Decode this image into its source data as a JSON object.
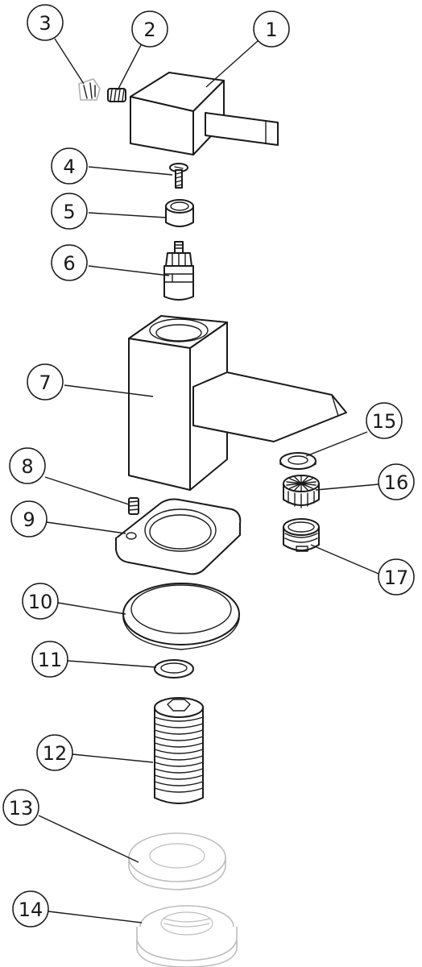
{
  "callouts": [
    {
      "num": "1"
    },
    {
      "num": "2"
    },
    {
      "num": "3"
    },
    {
      "num": "4"
    },
    {
      "num": "5"
    },
    {
      "num": "6"
    },
    {
      "num": "7"
    },
    {
      "num": "8"
    },
    {
      "num": "9"
    },
    {
      "num": "10"
    },
    {
      "num": "11"
    },
    {
      "num": "12"
    },
    {
      "num": "13"
    },
    {
      "num": "14"
    },
    {
      "num": "15"
    },
    {
      "num": "16"
    },
    {
      "num": "17"
    }
  ],
  "colors": {
    "line": "#1a1a1a",
    "ghost_line": "#bdbdbd",
    "background": "#ffffff"
  }
}
